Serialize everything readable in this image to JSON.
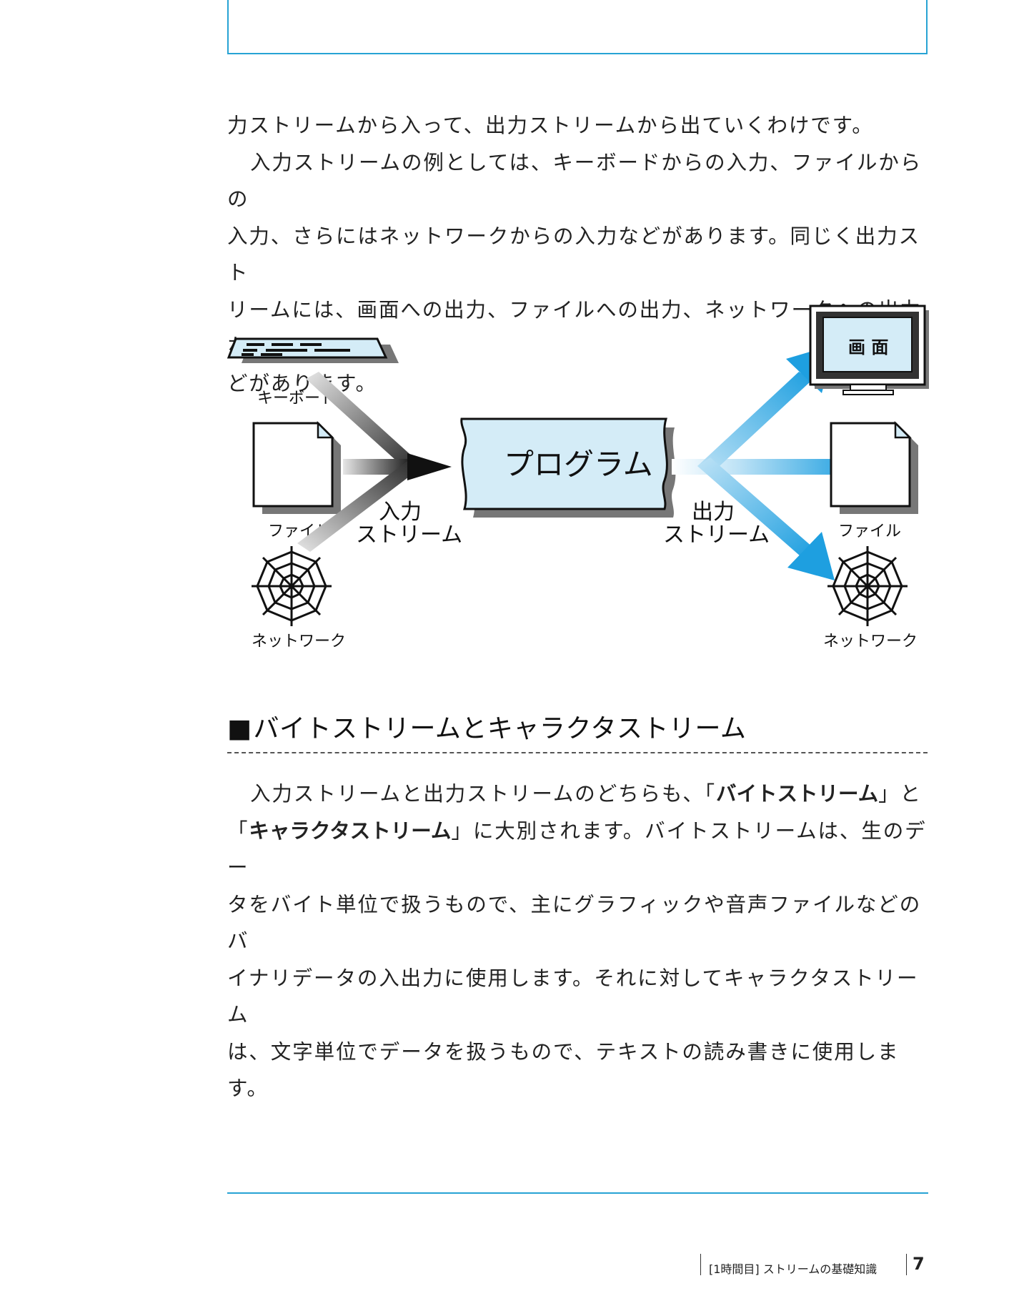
{
  "intro_paragraph": {
    "line1": "力ストリームから入って、出力ストリームから出ていくわけです。",
    "line2": "入力ストリームの例としては、キーボードからの入力、ファイルからの",
    "line3": "入力、さらにはネットワークからの入力などがあります。同じく出力スト",
    "line4": "リームには、画面への出力、ファイルへの出力、ネットワークへの出力な",
    "line5": "どがあります。"
  },
  "diagram": {
    "keyboard_label": "キーボード",
    "input_file_label": "ファイル",
    "input_network_label": "ネットワーク",
    "input_stream_label_1": "入力",
    "input_stream_label_2": "ストリーム",
    "program_label": "プログラム",
    "output_stream_label_1": "出力",
    "output_stream_label_2": "ストリーム",
    "screen_label": "画 面",
    "output_file_label": "ファイル",
    "output_network_label": "ネットワーク",
    "colors": {
      "accent": "#27a3d4",
      "program_fill": "#d4ecf7",
      "arrow_blue": "#1e9fe0"
    }
  },
  "section": {
    "mark": "■",
    "title": "バイトストリームとキャラクタストリーム"
  },
  "body_paragraph": {
    "l1_a": "入力ストリームと出力ストリームのどちらも、「",
    "l1_b": "バイトストリーム",
    "l1_c": "」と",
    "l2_a": "「",
    "l2_b": "キャラクタストリーム",
    "l2_c": "」に大別されます。バイトストリームは、生のデー",
    "l3": "タをバイト単位で扱うもので、主にグラフィックや音声ファイルなどのバ",
    "l4": "イナリデータの入出力に使用します。それに対してキャラクタストリーム",
    "l5": "は、文字単位でデータを扱うもので、テキストの読み書きに使用します。"
  },
  "footer": {
    "running_head": "[1時間目] ストリームの基礎知識",
    "page_number": "7"
  }
}
